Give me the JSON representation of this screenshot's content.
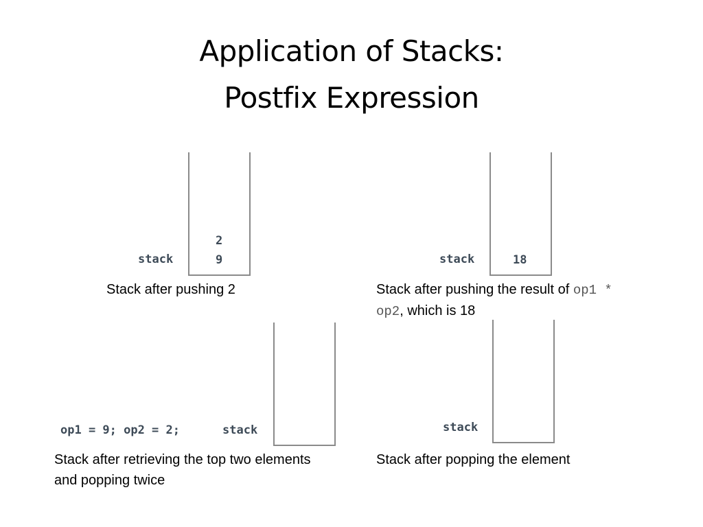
{
  "slide": {
    "title_line1": "Application of Stacks:",
    "title_line2": "Postfix Expression"
  },
  "panels": {
    "top_left": {
      "stack_label": "stack",
      "items": [
        "2",
        "9"
      ],
      "caption": "Stack after pushing 2"
    },
    "top_right": {
      "stack_label": "stack",
      "items": [
        "18"
      ],
      "caption_prefix": "Stack after pushing the result of ",
      "caption_code1": "op1 *",
      "caption_code2": "op2",
      "caption_suffix": ", which is 18"
    },
    "bottom_left": {
      "assign_label": "op1 = 9; op2 = 2;",
      "stack_label": "stack",
      "caption_line1": "Stack after retrieving the top two elements",
      "caption_line2": "and popping twice"
    },
    "bottom_right": {
      "stack_label": "stack",
      "caption": "Stack after popping the element"
    }
  }
}
